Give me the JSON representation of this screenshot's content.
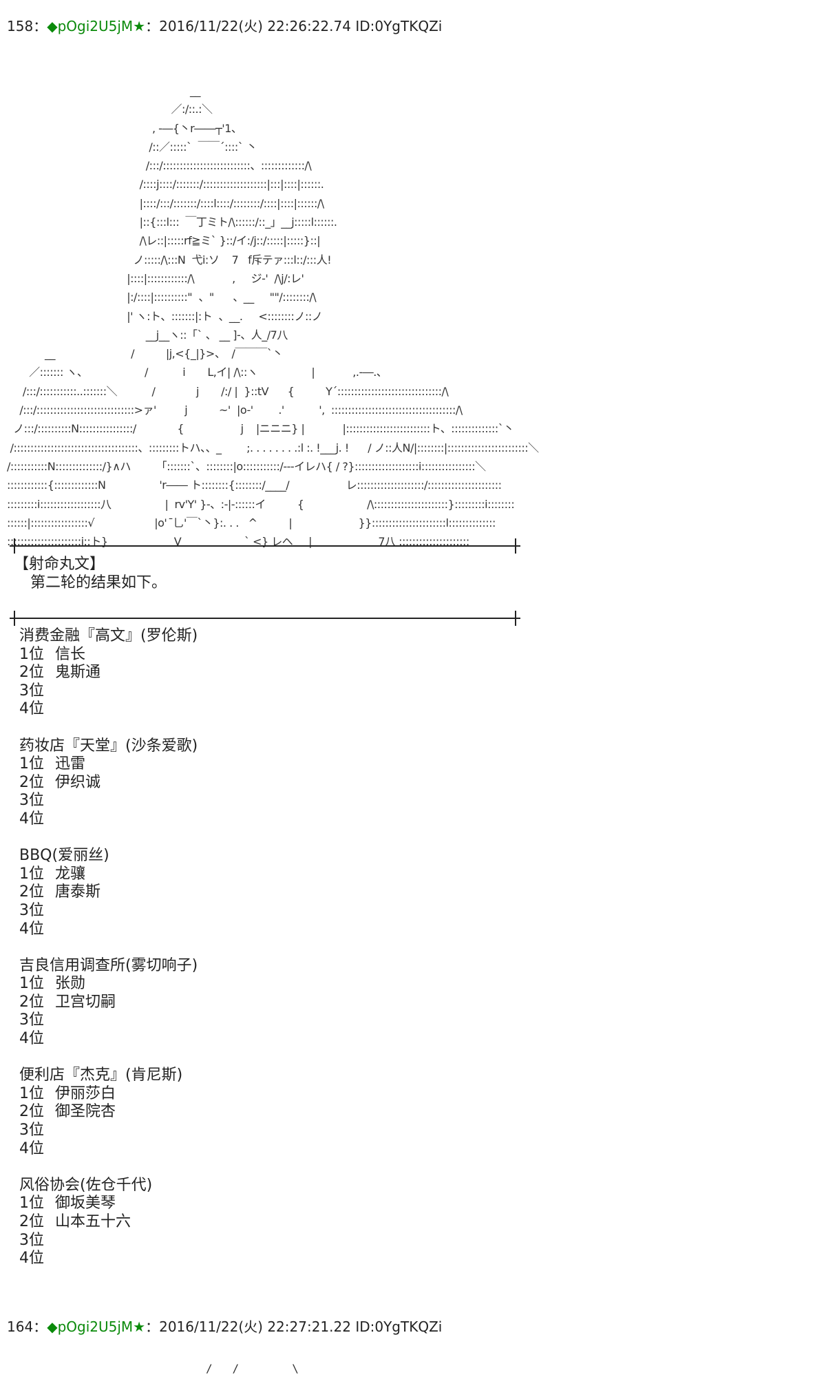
{
  "post1": {
    "number": "158",
    "colon": "：",
    "trip": "◆pOgi2U5jM★",
    "datetime": "：2016/11/22(火) 22:26:22.74 ID:0YgTKQZi"
  },
  "ascii_art": "                                                          __\n                                                    ／:/::.:＼\n                                              , -―{丶r――┬'1、\n                                             /::／:::::`  ￣￣´::::` 丶\n                                            /:::/::::::::::::::::::::::::::、:::::::::::::/\\\n                                          /::::j::::/:::::::/:::::::::::::::::::|:::|::::|::::::.\n                                          |::::/:::/:::::::/::::l::::/::::::::/::::|::::|::::::/\\\n                                          |::{:::l:::  ￣丁ミト/\\::::::/::_」__j:::::l::::::.\n                                          /\\レ::|:::::rf≧ミ` }::/イ:/j::/:::::|:::::}::|\n                                        ノ:::::/\\:::N  弋i:ソ    7   f斥テァ:::l::/:::人!\n                                      |::::|::::::::::::/\\            ,     ジ-'  /\\j/:レ'\n                                      |:/::::|::::::::::\"  、\"      、__     \"\"/::::::::/\\\n                                      |' ヽ:ト、:::::::|:ト  、__.     <::::::::ノ::ノ\n                                            __j__ヽ::「` 、 __ ]-、人_/7八\n            __                        /          |j,<{_|}>、  /￣￣￣`丶\n       ／::::::: ヽ、                  /           i       L,イ| /\\::ヽ                 |            ,.-―.、\n     /:::/:::::::::::..:::::::＼           /             j       /:/ |  }::tV      {          Y´:::::::::::::::::::::::::::::::/\\\n    /:::/:::::::::::::::::::::::::::::>ァ'         j          ~'  |o-'        .'           ',  :::::::::::::::::::::::::::::::::::::/\\\n  ノ:::/::::::::::N::::::::::::::::/             {                  j    |ニニニ} |            |:::::::::::::::::::::::::ト、::::::::::::::`丶\n /:::::::::::::::::::::::::::::::::::::、:::::::::トハ、、_        ;. . . . . . . .:l :. !___j. !      / ノ::人N/|::::::::|::::::::::::::::::::::::＼\n/:::::::::::N::::::::::::::/}∧ハ        「:::::::`、::::::::|o:::::::::::/---イレハ{ / ?}:::::::::::::::::::i::::::::::::::::＼\n::::::::::::{:::::::::::::N                 'r―― ト::::::::{::::::::/____/                  レ::::::::::::::::::::/::::::::::::::::::::::\n:::::::::i::::::::::::::::::八                 |  rv'Y' }-、:-|-::::::イ          {                    /\\::::::::::::::::::::::}:::::::::i::::::::\n::::::|:::::::::::::::::√                   |o'  ̄乚'￣`丶}:. . .   ^          |                     }}::::::::::::::::::::::l::::::::::::::\n::::::::::::::::::::::i::ト}                     V                    ` <} レヘ     |                     7八 :::::::::::::::::::::",
  "dialog": {
    "speaker": "【射命丸文】",
    "text": "第二轮的结果如下。"
  },
  "results": [
    {
      "title": "消费金融『高文』(罗伦斯)",
      "rows": [
        {
          "rank": "1位",
          "name": "信长"
        },
        {
          "rank": "2位",
          "name": "鬼斯通"
        },
        {
          "rank": "3位",
          "name": ""
        },
        {
          "rank": "4位",
          "name": ""
        }
      ]
    },
    {
      "title": "药妆店『天堂』(沙条爱歌)",
      "rows": [
        {
          "rank": "1位",
          "name": "迅雷"
        },
        {
          "rank": "2位",
          "name": "伊织诚"
        },
        {
          "rank": "3位",
          "name": ""
        },
        {
          "rank": "4位",
          "name": ""
        }
      ]
    },
    {
      "title": "BBQ(爱丽丝)",
      "rows": [
        {
          "rank": "1位",
          "name": "龙骧"
        },
        {
          "rank": "2位",
          "name": "唐泰斯"
        },
        {
          "rank": "3位",
          "name": ""
        },
        {
          "rank": "4位",
          "name": ""
        }
      ]
    },
    {
      "title": "吉良信用调查所(雾切响子)",
      "rows": [
        {
          "rank": "1位",
          "name": "张勋"
        },
        {
          "rank": "2位",
          "name": "卫宫切嗣"
        },
        {
          "rank": "3位",
          "name": ""
        },
        {
          "rank": "4位",
          "name": ""
        }
      ]
    },
    {
      "title": "便利店『杰克』(肯尼斯)",
      "rows": [
        {
          "rank": "1位",
          "name": "伊丽莎白"
        },
        {
          "rank": "2位",
          "name": "御圣院杏"
        },
        {
          "rank": "3位",
          "name": ""
        },
        {
          "rank": "4位",
          "name": ""
        }
      ]
    },
    {
      "title": "风俗协会(佐仓千代)",
      "rows": [
        {
          "rank": "1位",
          "name": "御坂美琴"
        },
        {
          "rank": "2位",
          "name": "山本五十六"
        },
        {
          "rank": "3位",
          "name": ""
        },
        {
          "rank": "4位",
          "name": ""
        }
      ]
    }
  ],
  "post2": {
    "number": "164",
    "colon": "：",
    "trip": "◆pOgi2U5jM★",
    "datetime": "：2016/11/22(火) 22:27:21.22 ID:0YgTKQZi"
  },
  "ascii_art_2": "                              /   /        \\"
}
